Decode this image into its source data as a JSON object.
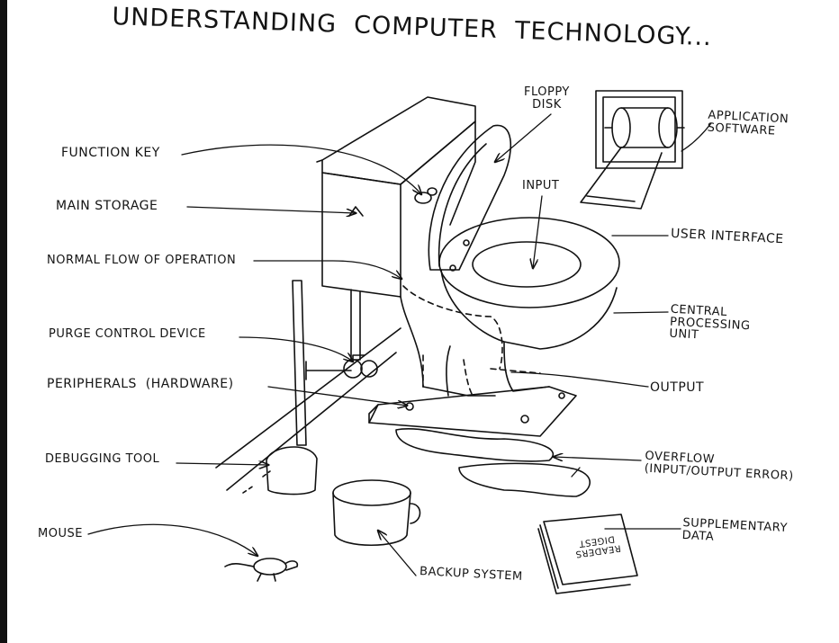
{
  "diagram": {
    "title": "UNDERSTANDING  COMPUTER  TECHNOLOGY...",
    "labels": {
      "floppy_disk": "FLOPPY\nDISK",
      "application_software": "APPLICATION\nSOFTWARE",
      "function_key": "FUNCTION KEY",
      "main_storage": "MAIN STORAGE",
      "input": "INPUT",
      "user_interface": "USER INTERFACE",
      "normal_flow": "NORMAL FLOW OF OPERATION",
      "central_processing_unit": "CENTRAL\nPROCESSING\nUNIT",
      "purge_control_device": "PURGE CONTROL DEVICE",
      "peripherals": "PERIPHERALS  (HARDWARE)",
      "output": "OUTPUT",
      "debugging_tool": "DEBUGGING TOOL",
      "overflow": "OVERFLOW\n(INPUT/OUTPUT ERROR)",
      "mouse": "MOUSE",
      "supplementary_data": "SUPPLEMENTARY\nDATA",
      "backup_system": "BACKUP SYSTEM",
      "magazine_text": "READERS\nDIGEST"
    }
  }
}
